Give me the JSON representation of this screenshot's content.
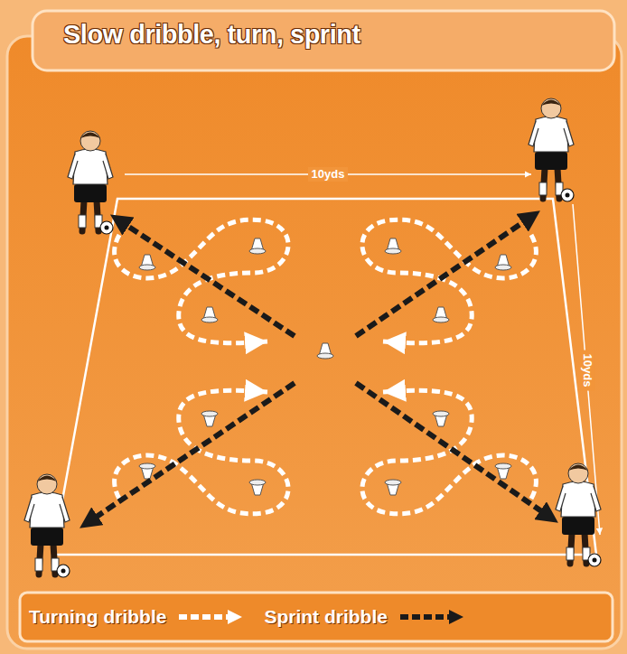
{
  "diagram": {
    "title": "Slow dribble, turn, sprint",
    "labels": [
      "10yds",
      "10yds"
    ],
    "legend": [
      {
        "text": "Turning dribble"
      },
      {
        "text": "Sprint dribble"
      }
    ]
  }
}
